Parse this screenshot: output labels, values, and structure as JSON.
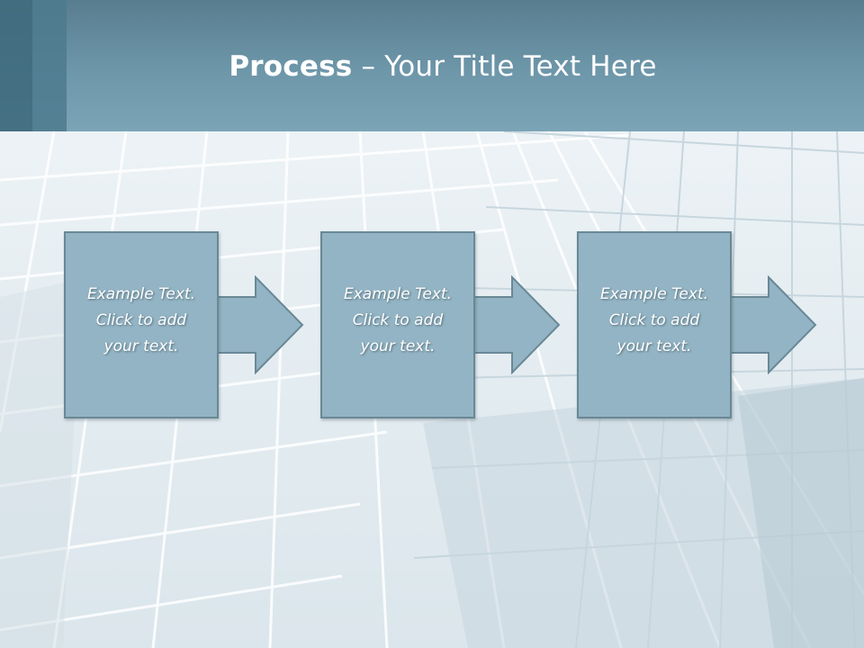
{
  "slide": {
    "title_bold": "Process",
    "title_rest": " – Your Title Text Here",
    "steps": [
      {
        "line1": "Example Text.",
        "line2": "Click  to add",
        "line3": "your text."
      },
      {
        "line1": "Example Text.",
        "line2": "Click  to add",
        "line3": "your text."
      },
      {
        "line1": "Example Text.",
        "line2": "Click  to add",
        "line3": "your text."
      }
    ]
  },
  "colors": {
    "header": "#6e97aa",
    "box_fill": "#93b4c4",
    "box_border": "#6a8896"
  }
}
